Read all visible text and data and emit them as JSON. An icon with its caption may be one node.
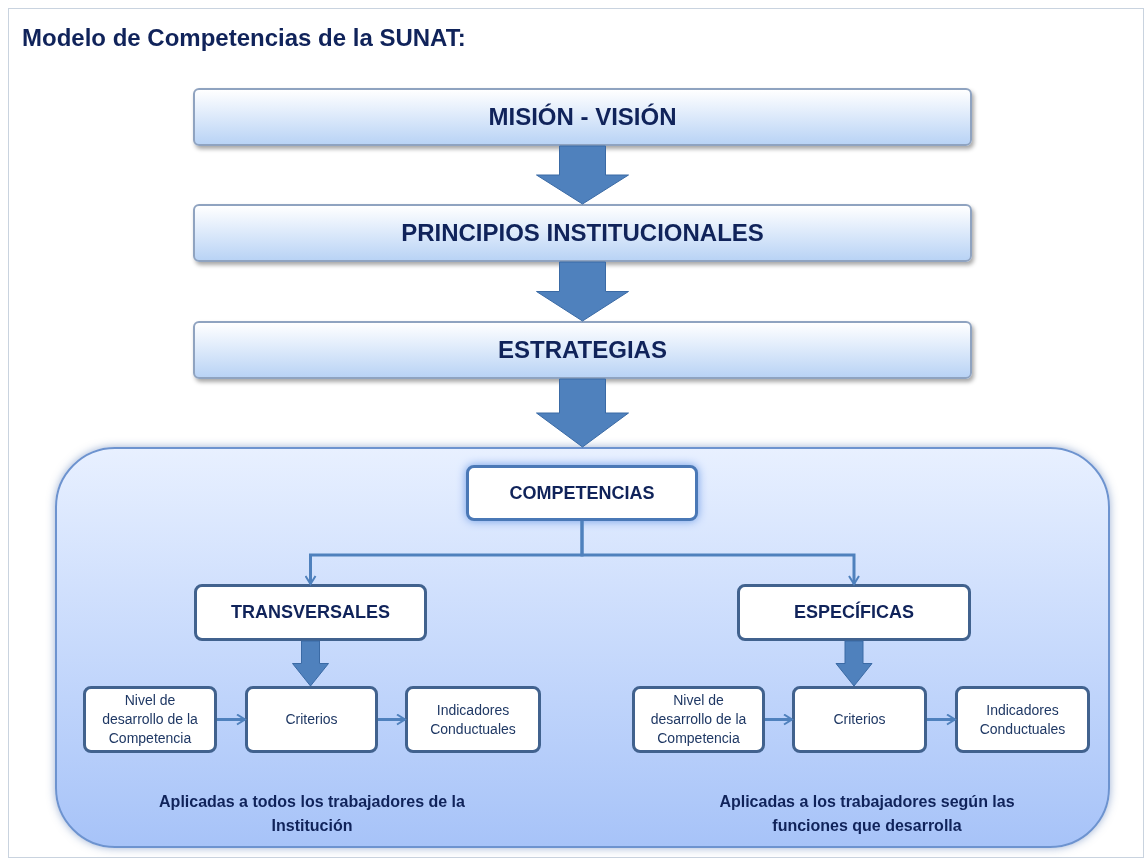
{
  "diagram": {
    "title": "Modelo de Competencias de la SUNAT:",
    "nodes": [
      {
        "text": [
          "MISIÓN - VISIÓN"
        ]
      },
      {
        "text": [
          "PRINCIPIOS INSTITUCIONALES"
        ]
      },
      {
        "text": [
          "ESTRATEGIAS"
        ]
      },
      {
        "text": [],
        "shape": "box"
      },
      {
        "text": [
          "COMPETENCIAS"
        ],
        "in": 3
      },
      {
        "text": [
          "TRANSVERSALES"
        ],
        "in": 3
      },
      {
        "text": [
          "ESPECÍFICAS"
        ],
        "in": 3
      },
      {
        "text": [
          "Nivel de desarrollo de la Competencia"
        ],
        "in": 3
      },
      {
        "text": [
          "Criterios"
        ],
        "in": 3
      },
      {
        "text": [
          "Indicadores Conductuales"
        ],
        "in": 3
      },
      {
        "text": [
          "Nivel de desarrollo de la Competencia"
        ],
        "in": 3
      },
      {
        "text": [
          "Criterios"
        ],
        "in": 3
      },
      {
        "text": [
          "Indicadores Conductuales"
        ],
        "in": 3
      }
    ],
    "edges": [
      {
        "from": 0,
        "to": 1,
        "arrow": "to",
        "style": "thick"
      },
      {
        "from": 1,
        "to": 2,
        "arrow": "to",
        "style": "thick"
      },
      {
        "from": 2,
        "to": 3,
        "arrow": "to",
        "style": "thick"
      },
      {
        "from": 4,
        "to": 5,
        "arrow": "to"
      },
      {
        "from": 4,
        "to": 6,
        "arrow": "to"
      },
      {
        "from": 5,
        "to": 8,
        "arrow": "to",
        "style": "thick"
      },
      {
        "from": 7,
        "to": 8,
        "arrow": "to"
      },
      {
        "from": 8,
        "to": 9,
        "arrow": "to"
      },
      {
        "from": 6,
        "to": 11,
        "arrow": "to",
        "style": "thick"
      },
      {
        "from": 10,
        "to": 11,
        "arrow": "to"
      },
      {
        "from": 11,
        "to": 12,
        "arrow": "to"
      }
    ],
    "labels": [
      "Aplicadas a todos los trabajadores de la Institución",
      "Aplicadas a los trabajadores según las funciones que desarrolla"
    ]
  }
}
